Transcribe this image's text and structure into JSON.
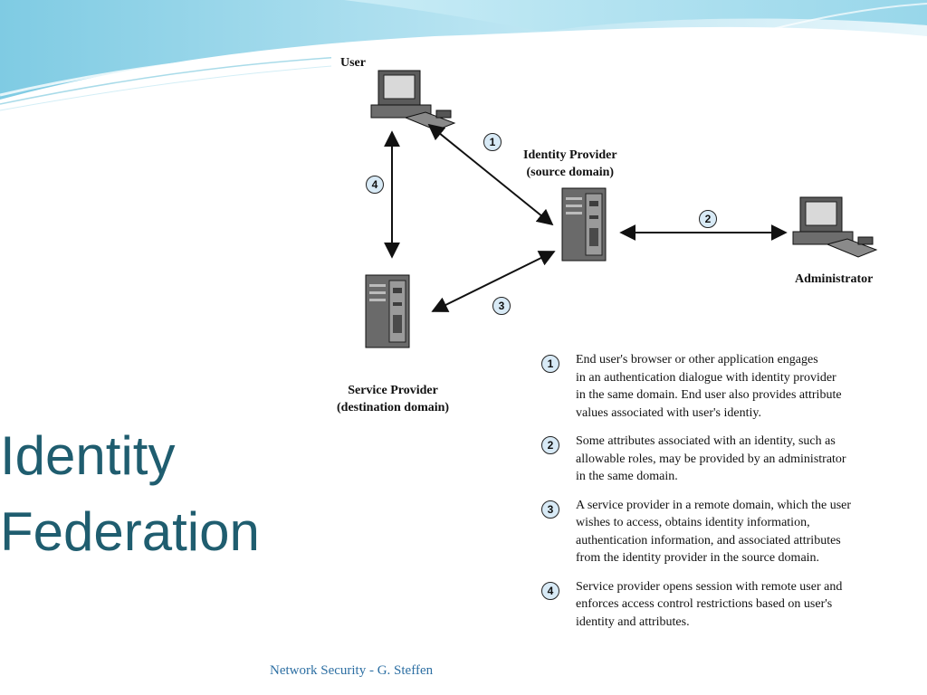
{
  "slide": {
    "title_lines": [
      "Identity",
      "Federation"
    ],
    "footer": "Network Security - G. Steffen"
  },
  "diagram": {
    "nodes": {
      "user": {
        "label": "User"
      },
      "identity_provider": {
        "label_lines": [
          "Identity Provider",
          "(source domain)"
        ]
      },
      "administrator": {
        "label": "Administrator"
      },
      "service_provider": {
        "label_lines": [
          "Service Provider",
          "(destination domain)"
        ]
      }
    },
    "arrow_steps": [
      "1",
      "2",
      "3",
      "4"
    ],
    "legend": [
      {
        "num": "1",
        "lines": [
          "End user's browser or other application engages",
          "in an authentication dialogue with identity provider",
          "in the same domain. End user also provides attribute",
          "values associated with user's identiy."
        ]
      },
      {
        "num": "2",
        "lines": [
          "Some attributes associated with an identity, such as",
          "allowable roles, may be provided by an administrator",
          "in the same domain."
        ]
      },
      {
        "num": "3",
        "lines": [
          "A service provider in a remote domain, which the user",
          "wishes to access, obtains identity information,",
          "authentication information, and associated attributes",
          "from the identity provider in the source domain."
        ]
      },
      {
        "num": "4",
        "lines": [
          "Service provider opens session with remote user and",
          "enforces access control restrictions based on user's",
          "identity and attributes."
        ]
      }
    ]
  },
  "colors": {
    "title": "#1f5d6f",
    "footer": "#2d6fa3",
    "swoosh_light": "#bfe6f2",
    "swoosh_mid": "#7fcbe3",
    "step_fill": "#d8eaf6"
  }
}
